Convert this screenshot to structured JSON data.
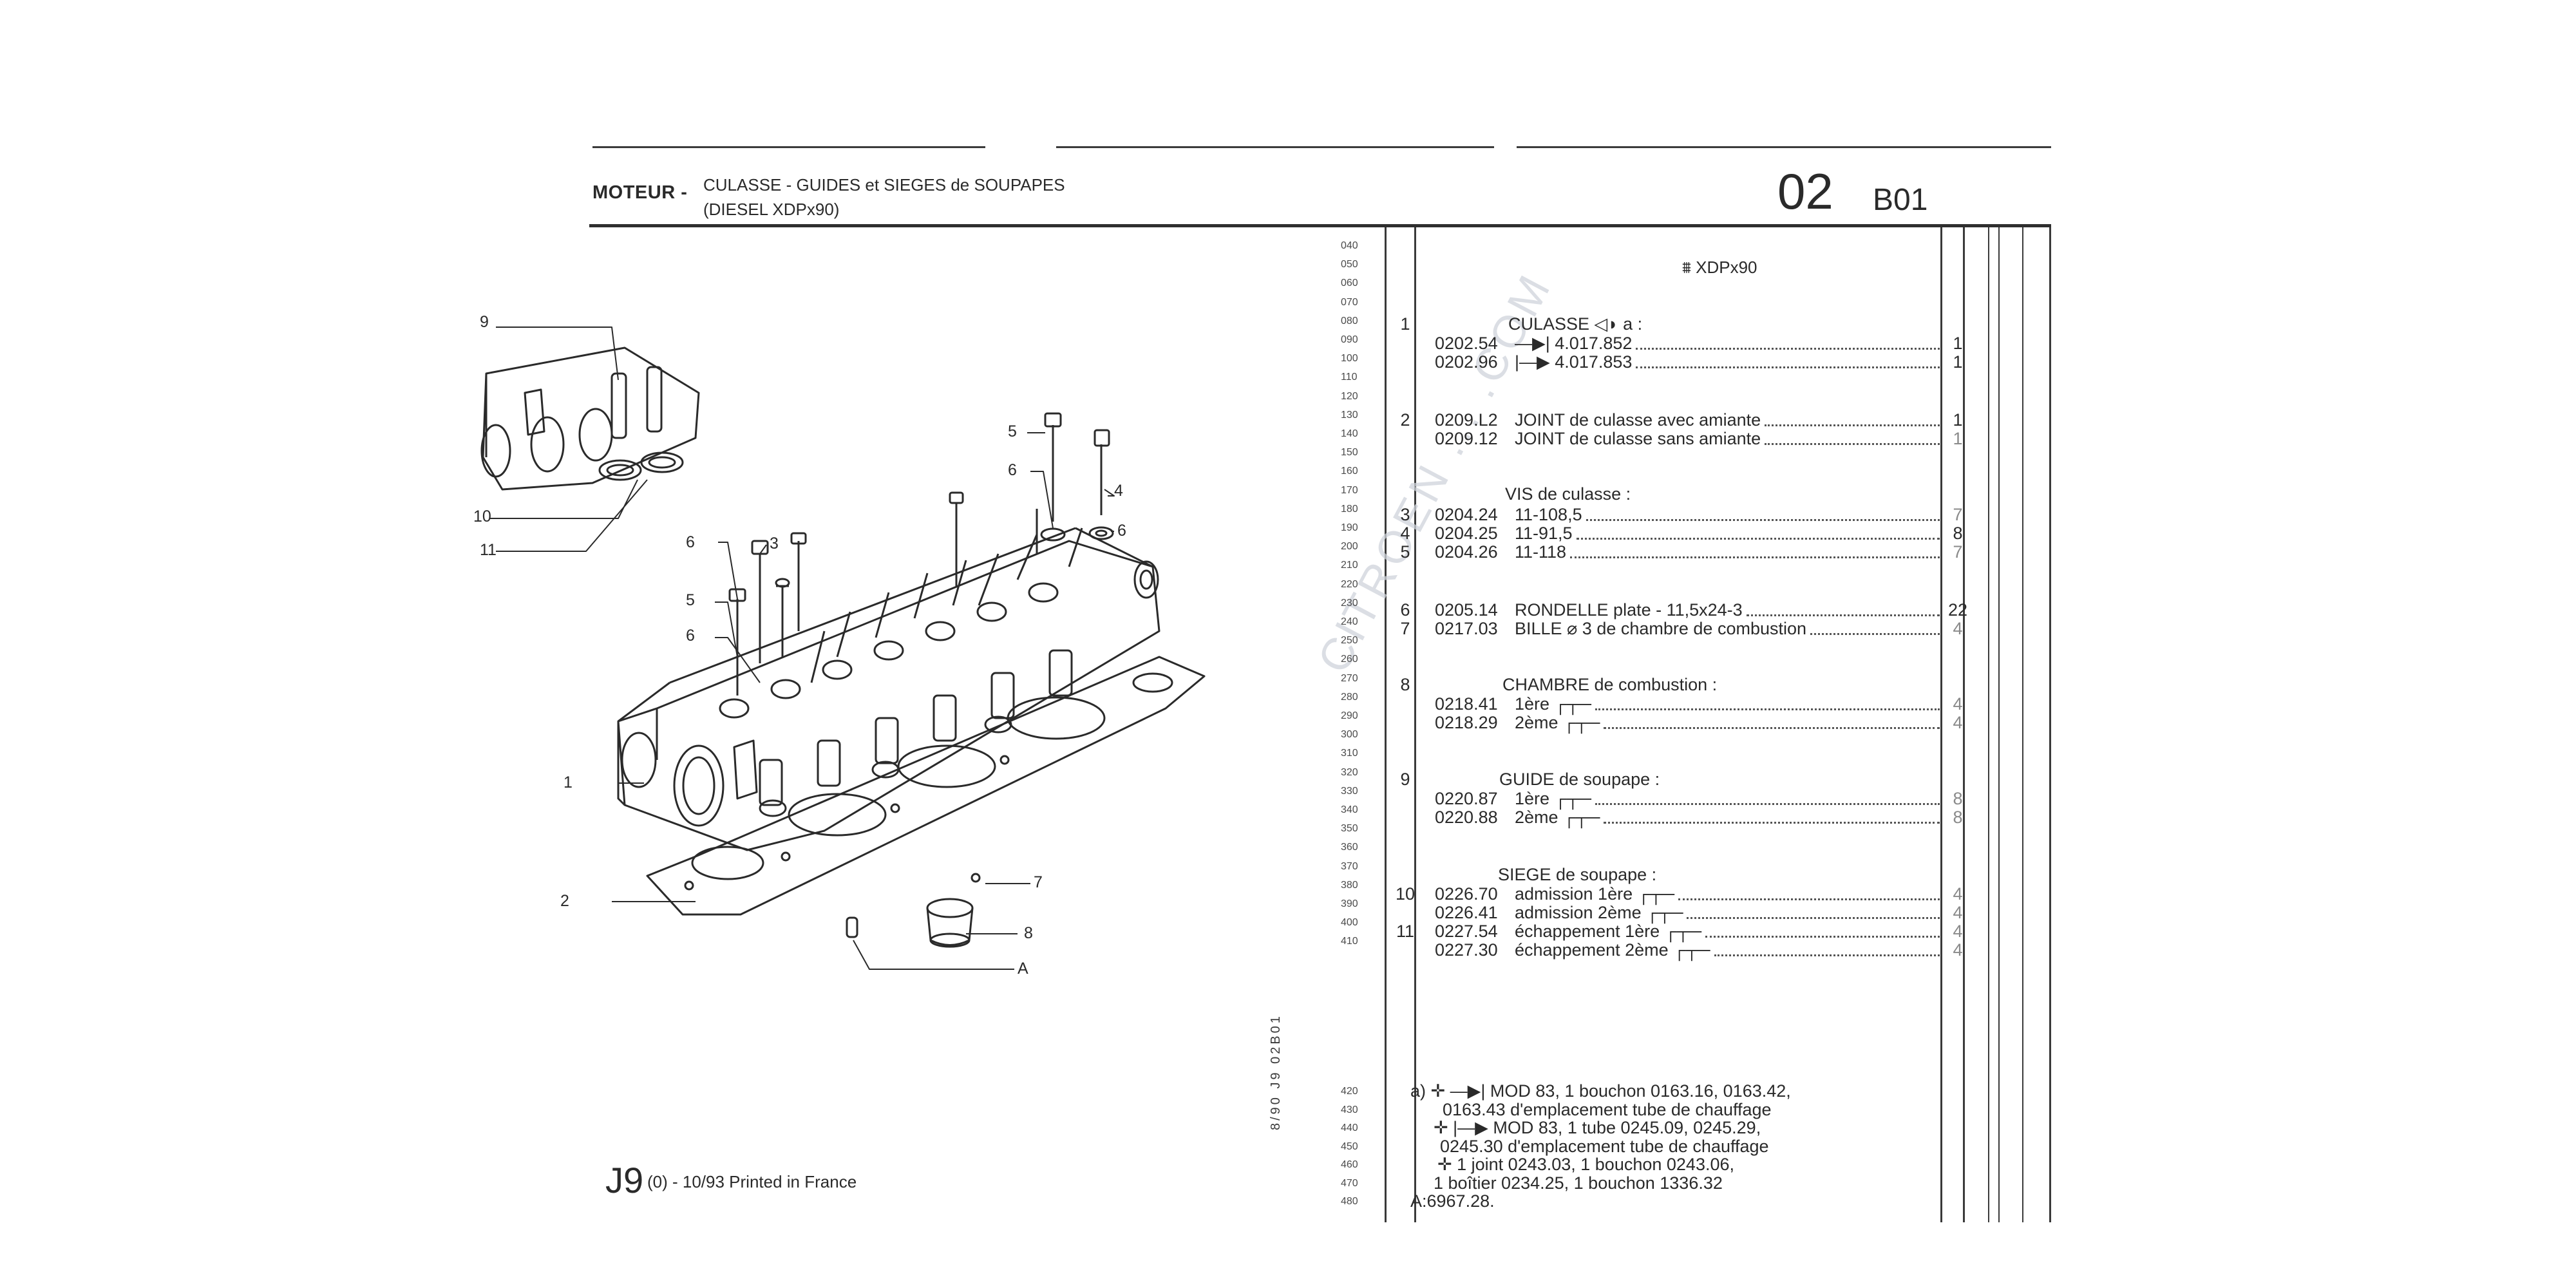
{
  "header": {
    "section": "MOTEUR -",
    "title_line1": "CULASSE - GUIDES et SIEGES de SOUPAPES",
    "title_line2": "(DIESEL XDPx90)",
    "group": "02",
    "subgroup": "B01"
  },
  "model": "XDPx90",
  "watermark": "CITROEN ... .COM",
  "line_numbers": [
    "040",
    "050",
    "060",
    "070",
    "080",
    "090",
    "100",
    "110",
    "120",
    "130",
    "140",
    "150",
    "160",
    "170",
    "180",
    "190",
    "200",
    "210",
    "220",
    "230",
    "240",
    "250",
    "260",
    "270",
    "280",
    "290",
    "300",
    "310",
    "320",
    "330",
    "340",
    "350",
    "360",
    "370",
    "380",
    "390",
    "400",
    "410"
  ],
  "groups": [
    {
      "ref": "1",
      "title": "CULASSE ◁◗ a :"
    },
    {
      "ref": "8",
      "title": "CHAMBRE de combustion :"
    },
    {
      "ref": "9",
      "title": "GUIDE de soupape :"
    },
    {
      "title": "SIEGE de soupape :"
    },
    {
      "title": "VIS de culasse :"
    }
  ],
  "rows": [
    {
      "ref": "",
      "part": "0202.54",
      "desc": "—▶| 4.017.852",
      "qty": "1"
    },
    {
      "ref": "",
      "part": "0202.96",
      "desc": "|—▶ 4.017.853",
      "qty": "1"
    },
    {
      "ref": "2",
      "part": "0209.L2",
      "desc": "JOINT de culasse avec amiante",
      "qty": "1"
    },
    {
      "ref": "",
      "part": "0209.12",
      "desc": "JOINT de culasse sans amiante",
      "qty": "1"
    },
    {
      "ref": "3",
      "part": "0204.24",
      "desc": "11-108,5",
      "qty": "7"
    },
    {
      "ref": "4",
      "part": "0204.25",
      "desc": "11-91,5",
      "qty": "8"
    },
    {
      "ref": "5",
      "part": "0204.26",
      "desc": "11-118",
      "qty": "7"
    },
    {
      "ref": "6",
      "part": "0205.14",
      "desc": "RONDELLE plate - 11,5x24-3",
      "qty": "22"
    },
    {
      "ref": "7",
      "part": "0217.03",
      "desc": "BILLE ⌀ 3 de chambre de combustion",
      "qty": "4"
    },
    {
      "ref": "",
      "part": "0218.41",
      "desc": "1ère ┌┬─",
      "qty": "4"
    },
    {
      "ref": "",
      "part": "0218.29",
      "desc": "2ème ┌┬─",
      "qty": "4"
    },
    {
      "ref": "",
      "part": "0220.87",
      "desc": "1ère ┌┬─",
      "qty": "8"
    },
    {
      "ref": "",
      "part": "0220.88",
      "desc": "2ème ┌┬─",
      "qty": "8"
    },
    {
      "ref": "10",
      "part": "0226.70",
      "desc": "admission 1ère ┌┬─",
      "qty": "4"
    },
    {
      "ref": "",
      "part": "0226.41",
      "desc": "admission 2ème ┌┬─",
      "qty": "4"
    },
    {
      "ref": "11",
      "part": "0227.54",
      "desc": "échappement 1ère ┌┬─",
      "qty": "4"
    },
    {
      "ref": "",
      "part": "0227.30",
      "desc": "échappement 2ème ┌┬─",
      "qty": "4"
    }
  ],
  "notes_line_numbers": [
    "420",
    "430",
    "440",
    "450",
    "460",
    "470",
    "480"
  ],
  "notes": [
    "a)  ✛  —▶| MOD 83, 1 bouchon 0163.16, 0163.42,",
    "0163.43 d'emplacement tube de chauffage",
    "✛ |—▶ MOD 83, 1 tube 0245.09, 0245.29,",
    "0245.30 d'emplacement tube de chauffage",
    "✛  1 joint 0243.03, 1 bouchon 0243.06,",
    "1 boîtier 0234.25, 1 bouchon 1336.32",
    "A:6967.28."
  ],
  "side_code": "8/90   J9   02B01",
  "footer": {
    "code": "J9",
    "text": "(0) - 10/93 Printed in France"
  },
  "diagram_callouts": [
    "9",
    "10",
    "11",
    "6",
    "3",
    "5",
    "6",
    "1",
    "2",
    "5",
    "6",
    "4",
    "6",
    "7",
    "8",
    "A"
  ],
  "colors": {
    "ink": "#2a2a2a",
    "rule": "#3a3a3a",
    "watermark": "#cfd4db"
  }
}
